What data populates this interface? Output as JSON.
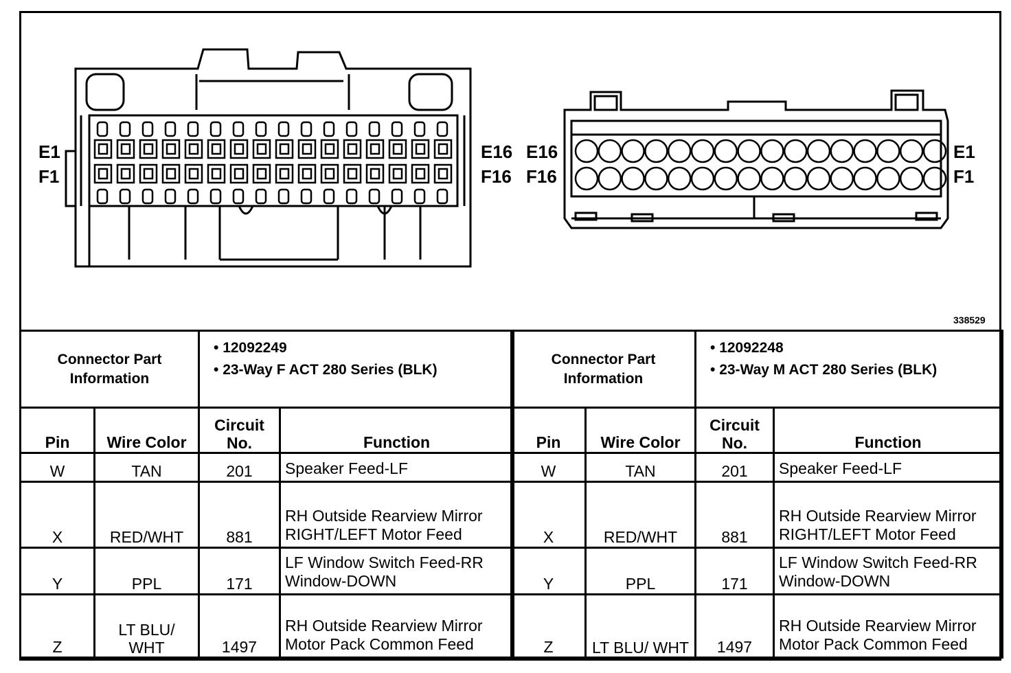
{
  "figure": {
    "number": "338529",
    "left_connector": {
      "label_e_left": "E1",
      "label_f_left": "F1",
      "label_e_right": "E16",
      "label_f_right": "F16"
    },
    "right_connector": {
      "label_e_left": "E16",
      "label_f_left": "F16",
      "label_e_right": "E1",
      "label_f_right": "F1"
    }
  },
  "left_table": {
    "info_header": "Connector Part Information",
    "info_items": [
      "12092249",
      "23-Way F ACT 280 Series (BLK)"
    ],
    "columns": [
      "Pin",
      "Wire Color",
      "Circuit No.",
      "Function"
    ],
    "rows": [
      {
        "pin": "W",
        "wire": "TAN",
        "circuit": "201",
        "function": "Speaker Feed-LF"
      },
      {
        "pin": "X",
        "wire": "RED/WHT",
        "circuit": "881",
        "function": "RH Outside Rearview Mirror RIGHT/LEFT Motor Feed"
      },
      {
        "pin": "Y",
        "wire": "PPL",
        "circuit": "171",
        "function": "LF Window Switch Feed-RR Window-DOWN"
      },
      {
        "pin": "Z",
        "wire": "LT BLU/ WHT",
        "circuit": "1497",
        "function": "RH Outside Rearview Mirror Motor Pack Common Feed"
      }
    ]
  },
  "right_table": {
    "info_header": "Connector Part Information",
    "info_items": [
      "12092248",
      "23-Way M ACT 280 Series (BLK)"
    ],
    "columns": [
      "Pin",
      "Wire Color",
      "Circuit No.",
      "Function"
    ],
    "rows": [
      {
        "pin": "W",
        "wire": "TAN",
        "circuit": "201",
        "function": "Speaker Feed-LF"
      },
      {
        "pin": "X",
        "wire": "RED/WHT",
        "circuit": "881",
        "function": "RH Outside Rearview Mirror RIGHT/LEFT Motor Feed"
      },
      {
        "pin": "Y",
        "wire": "PPL",
        "circuit": "171",
        "function": "LF Window Switch Feed-RR Window-DOWN"
      },
      {
        "pin": "Z",
        "wire": "LT BLU/ WHT",
        "circuit": "1497",
        "function": "RH Outside Rearview Mirror Motor Pack Common Feed"
      }
    ]
  }
}
